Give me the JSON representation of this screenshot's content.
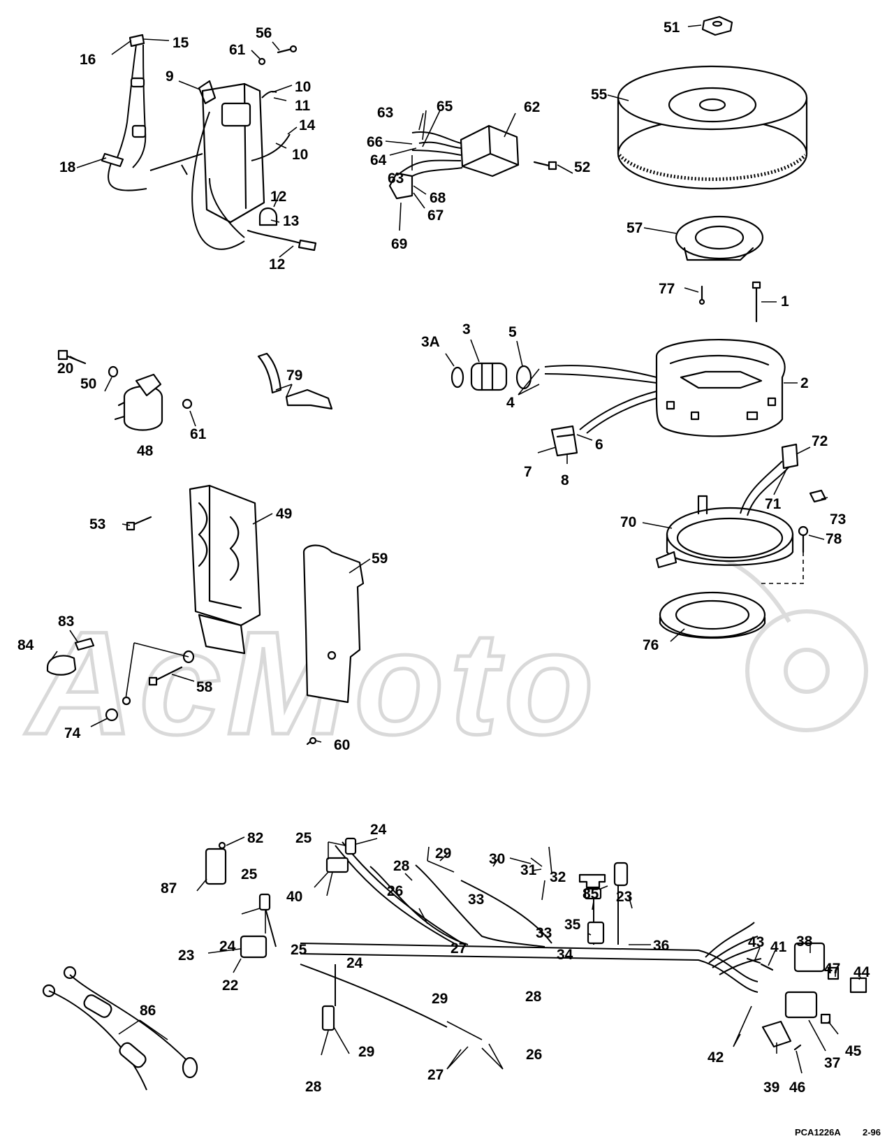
{
  "diagram": {
    "watermark": "AcMoto",
    "caption_code": "PCA1226A",
    "caption_date": "2-96",
    "callouts": {
      "c1": "1",
      "c2": "2",
      "c3": "3",
      "c3a": "3A",
      "c4": "4",
      "c5": "5",
      "c6": "6",
      "c7": "7",
      "c8": "8",
      "c9": "9",
      "c10a": "10",
      "c10b": "10",
      "c11": "11",
      "c12a": "12",
      "c12b": "12",
      "c13": "13",
      "c14": "14",
      "c15": "15",
      "c16": "16",
      "c18": "18",
      "c20": "20",
      "c22": "22",
      "c23a": "23",
      "c23b": "23",
      "c24a": "24",
      "c24b": "24",
      "c24c": "24",
      "c25a": "25",
      "c25b": "25",
      "c25c": "25",
      "c26a": "26",
      "c26b": "26",
      "c27a": "27",
      "c27b": "27",
      "c28a": "28",
      "c28b": "28",
      "c28c": "28",
      "c29a": "29",
      "c29b": "29",
      "c29c": "29",
      "c30": "30",
      "c31": "31",
      "c32": "32",
      "c33a": "33",
      "c33b": "33",
      "c34": "34",
      "c35": "35",
      "c36": "36",
      "c37": "37",
      "c38": "38",
      "c39": "39",
      "c40": "40",
      "c41": "41",
      "c42": "42",
      "c43": "43",
      "c44": "44",
      "c45": "45",
      "c46": "46",
      "c47": "47",
      "c48": "48",
      "c49": "49",
      "c50": "50",
      "c51": "51",
      "c52": "52",
      "c53": "53",
      "c55": "55",
      "c56": "56",
      "c57": "57",
      "c58": "58",
      "c59": "59",
      "c60": "60",
      "c61a": "61",
      "c61b": "61",
      "c62": "62",
      "c63a": "63",
      "c63b": "63",
      "c64": "64",
      "c65": "65",
      "c66": "66",
      "c67": "67",
      "c68": "68",
      "c69": "69",
      "c70": "70",
      "c71": "71",
      "c72": "72",
      "c73": "73",
      "c74": "74",
      "c76": "76",
      "c77": "77",
      "c78": "78",
      "c79": "79",
      "c82": "82",
      "c83": "83",
      "c84": "84",
      "c85": "85",
      "c86": "86",
      "c87": "87"
    }
  }
}
